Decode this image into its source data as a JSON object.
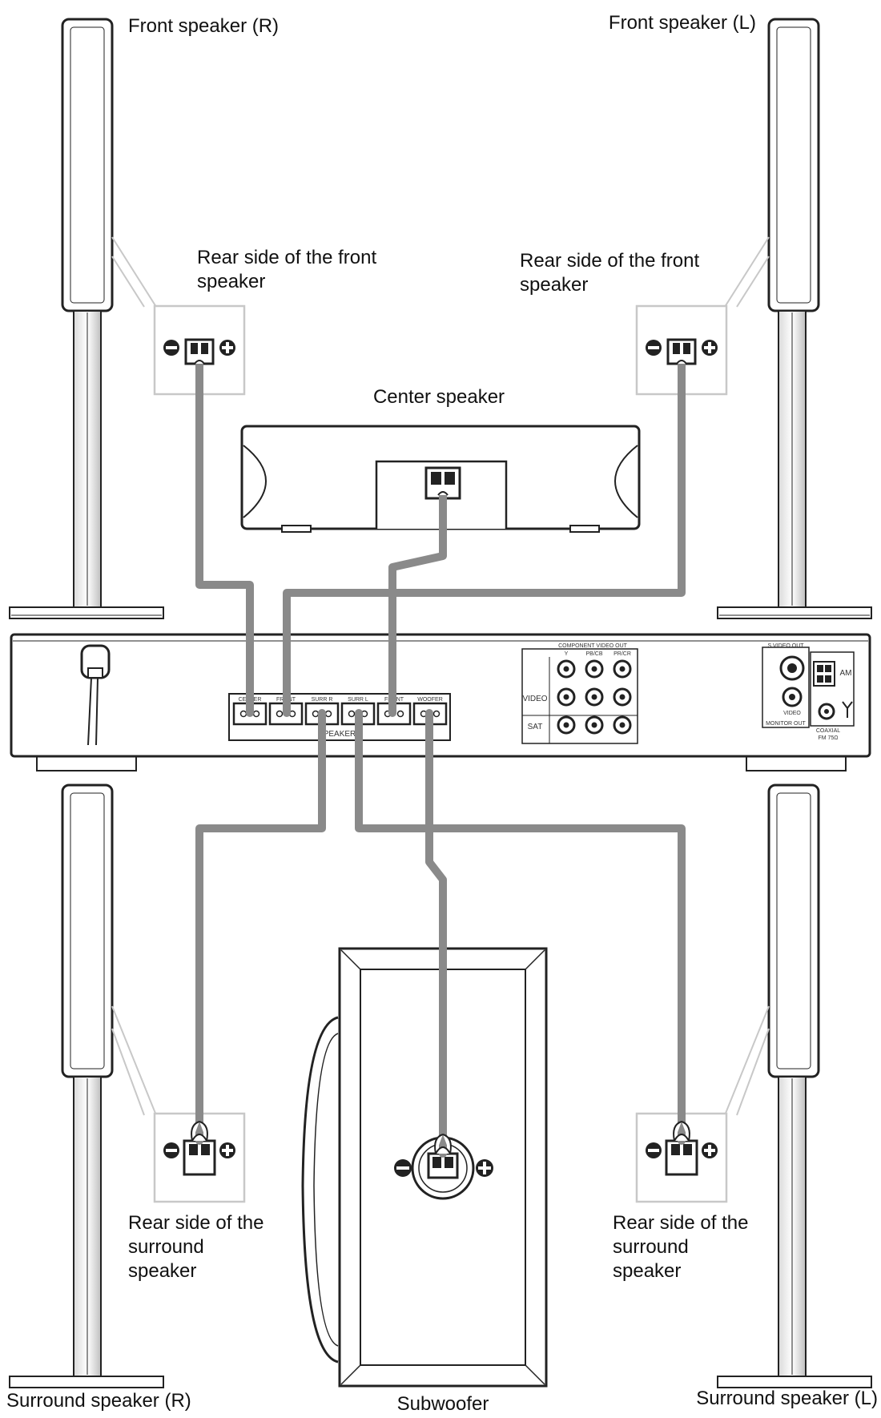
{
  "labels": {
    "front_r": "Front speaker (R)",
    "front_l": "Front speaker (L)",
    "rear_front_r": [
      "Rear side of the front",
      "speaker"
    ],
    "rear_front_l": [
      "Rear side of the front",
      "speaker"
    ],
    "center": "Center speaker",
    "rear_surround_r": [
      "Rear side of the",
      "surround",
      "speaker"
    ],
    "rear_surround_l": [
      "Rear side of the",
      "surround",
      "speaker"
    ],
    "surround_r": "Surround speaker (R)",
    "surround_l": "Surround speaker (L)",
    "subwoofer": "Subwoofer"
  },
  "receiver": {
    "terminal_labels": [
      "CENTER",
      "FRONT",
      "SURR R",
      "SURR L",
      "FRONT",
      "WOOFER"
    ],
    "speakers_label": "SPEAKERS",
    "component_header": "COMPONENT VIDEO OUT",
    "jack_col_labels": [
      "Y",
      "PB/CB",
      "PR/CR"
    ],
    "row_labels": [
      "VIDEO",
      "SAT"
    ],
    "svideo_label": "S VIDEO OUT",
    "video_label": "VIDEO",
    "monitor_out_label": "MONITOR OUT",
    "am_label": "AM",
    "coaxial_label": "COAXIAL",
    "fm_label": "FM 75Ω"
  },
  "colors": {
    "wire": "#8a8a8a",
    "line": "#222222",
    "callout": "#c8c8c8"
  }
}
